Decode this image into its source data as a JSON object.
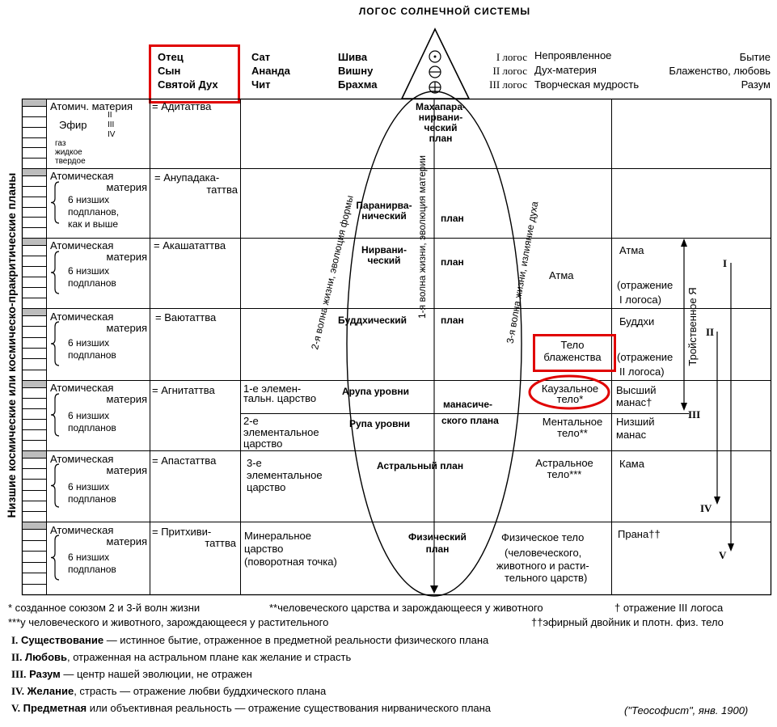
{
  "title": "ЛОГОС СОЛНЕЧНОЙ СИСТЕМЫ",
  "header": {
    "trinity_names": [
      "Отец",
      "Сын",
      "Святой Дух"
    ],
    "sanskrit": [
      "Сат",
      "Ананда",
      "Чит"
    ],
    "gods": [
      "Шива",
      "Вишну",
      "Брахма"
    ],
    "logos": [
      "I логос",
      "II логос",
      "III логос"
    ],
    "logos_aspects": [
      "Непроявленное",
      "Дух-материя",
      "Творческая мудрость"
    ],
    "qualities": [
      "Бытие",
      "Блаженство, любовь",
      "Разум"
    ]
  },
  "left_vertical_label": "Низшие космические или космическо-пракритические планы",
  "planes": [
    {
      "matter": [
        "Атомич. материя",
        "Эфир",
        "газ",
        "жидкое",
        "твердое"
      ],
      "roman": [
        "II",
        "III",
        "IV"
      ],
      "tattva": "= Адитаттва",
      "plane_label": [
        "Махапара-",
        "нирвани-",
        "ческий",
        "план"
      ]
    },
    {
      "matter": [
        "Атомическая",
        "материя",
        "6 низших",
        "подпланов,",
        "как и выше"
      ],
      "tattva": [
        "= Анупадака-",
        "таттва"
      ],
      "plane_label": [
        "Паранирва-",
        "нический",
        "план"
      ]
    },
    {
      "matter": [
        "Атомическая",
        "материя",
        "6 низших",
        "подпланов"
      ],
      "tattva": "= Акашататтва",
      "plane_label": [
        "Нирвани-",
        "ческий",
        "план"
      ],
      "body": "Атма",
      "principle": [
        "Атма",
        "(отражение",
        "I логоса)"
      ]
    },
    {
      "matter": [
        "Атомическая",
        "материя",
        "6 низших",
        "подпланов"
      ],
      "tattva": "= Ваютаттва",
      "plane_label": [
        "Буддхический",
        "план"
      ],
      "body": [
        "Тело",
        "блаженства"
      ],
      "principle": [
        "Буддхи",
        "(отражение",
        "II логоса)"
      ]
    },
    {
      "matter": [
        "Атомическая",
        "материя",
        "6 низших",
        "подпланов"
      ],
      "tattva": "= Агнитаттва",
      "kingdom_1": [
        "1-е  элемен-",
        "тальн. царство"
      ],
      "kingdom_2": [
        "2-е",
        "элементальное",
        "царство"
      ],
      "plane_label": [
        "Арупа уровни",
        "Рупа уровни",
        "манасиче-",
        "ского плана"
      ],
      "body_1": [
        "Каузальное",
        "тело*"
      ],
      "body_2": [
        "Ментальное",
        "тело**"
      ],
      "principle_1": [
        "Высший",
        "манас†"
      ],
      "principle_2": [
        "Низший",
        "манас"
      ]
    },
    {
      "matter": [
        "Атомическая",
        "материя",
        "6 низших",
        "подпланов"
      ],
      "tattva": "= Апастаттва",
      "kingdom": [
        "3-е",
        "элементальное",
        "царство"
      ],
      "plane_label": "Астральный  план",
      "body": [
        "Астральное",
        "тело***"
      ],
      "principle": "Кама"
    },
    {
      "matter": [
        "Атомическая",
        "материя",
        "6 низших",
        "подпланов"
      ],
      "tattva": [
        "= Притхиви-",
        "таттва"
      ],
      "kingdom": [
        "Минеральное",
        "царство",
        "(поворотная точка)"
      ],
      "plane_label": [
        "Физический",
        "план"
      ],
      "body": [
        "Физическое тело",
        "(человеческого,",
        "животного и расти-",
        "тельного царств)"
      ],
      "principle": "Прана††"
    }
  ],
  "wave_labels": {
    "wave2": "2-я волна жизни, эволюция формы",
    "wave1": "1-я волна жизни, эволюция материи",
    "wave3": "3-я волна жизни, излияние духа"
  },
  "triad_label": "Тройственное Я",
  "arrow_numerals": [
    "I",
    "II",
    "III",
    "IV",
    "V"
  ],
  "footnotes": {
    "f1": "* созданное союзом 2 и 3-й волн жизни",
    "f2": "**человеческого царства и зарождающееся у животного",
    "f3": "† отражение III логоса",
    "f4": "***у человеческого и животного, зарождающееся у растительного",
    "f5": "††эфирный двойник и плотн. физ. тело"
  },
  "legend": [
    {
      "num": "I.",
      "term": "Существование",
      "text": " — истинное бытие, отраженное в предметной реальности физического плана"
    },
    {
      "num": "II.",
      "term": "Любовь",
      "text": ", отраженная на астральном плане как желание и страсть"
    },
    {
      "num": "III.",
      "term": "Разум",
      "text": " — центр нашей эволюции, не отражен"
    },
    {
      "num": "IV.",
      "term": "Желание",
      "text": ", страсть — отражение любви буддхического плана"
    },
    {
      "num": "V.",
      "term": "Предметная",
      "text": " или объективная реальность — отражение существования нирванического плана"
    }
  ],
  "citation": "(\"Теософист\", янв. 1900)",
  "colors": {
    "highlight": "#e00000",
    "lines": "#000000",
    "background": "#ffffff"
  }
}
